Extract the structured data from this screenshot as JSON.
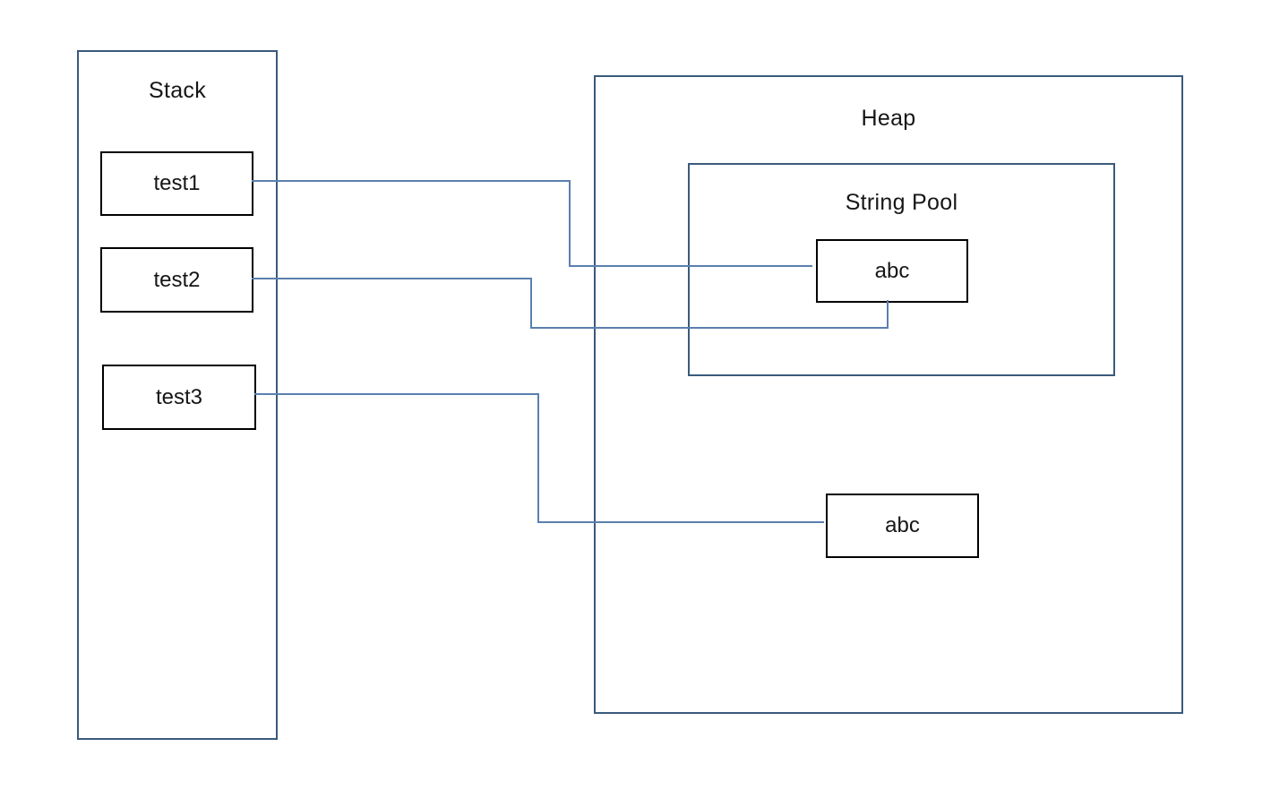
{
  "diagram": {
    "colors": {
      "frame_border": "#3A5A7C",
      "node_border": "#000000",
      "connector": "#5B7FAF",
      "text": "#161616",
      "background": "#FFFFFF"
    },
    "stack": {
      "title": "Stack",
      "items": [
        {
          "label": "test1"
        },
        {
          "label": "test2"
        },
        {
          "label": "test3"
        }
      ]
    },
    "heap": {
      "title": "Heap",
      "string_pool": {
        "title": "String Pool",
        "objects": [
          {
            "label": "abc"
          }
        ]
      },
      "objects": [
        {
          "label": "abc"
        }
      ]
    },
    "connections": [
      {
        "from": "test1",
        "to": "string-pool-abc",
        "attach": "left-edge"
      },
      {
        "from": "test2",
        "to": "string-pool-abc",
        "attach": "bottom-edge"
      },
      {
        "from": "test3",
        "to": "heap-abc",
        "attach": "left-edge"
      }
    ]
  }
}
